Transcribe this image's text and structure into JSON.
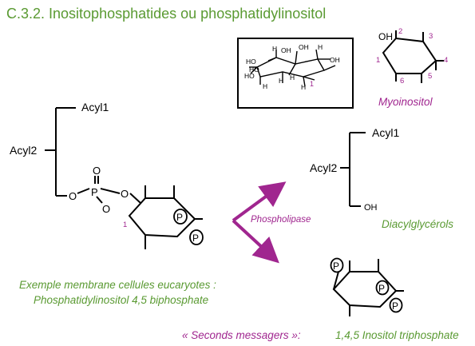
{
  "title": "C.3.2. Inositophosphatides ou phosphatidylinositol",
  "myoinositol": {
    "label": "Myoinositol",
    "oh": "OH",
    "positions": [
      "1",
      "2",
      "3",
      "4",
      "5",
      "6"
    ]
  },
  "chair_box": {
    "labels": [
      "HO",
      "HO",
      "HO",
      "OH",
      "OH",
      "OH",
      "H",
      "H",
      "H",
      "H",
      "H",
      "H",
      "1"
    ]
  },
  "pip2": {
    "acyl1": "Acyl1",
    "acyl2": "Acyl2",
    "o": "O",
    "p": "P",
    "ring_num": "1",
    "phosphate_marks": [
      "P",
      "P"
    ],
    "caption_line1": "Exemple membrane cellules eucaryotes :",
    "caption_line2": "Phosphatidylinositol 4,5 biphosphate"
  },
  "enzyme": "Phospholipase",
  "dag": {
    "acyl1": "Acyl1",
    "acyl2": "Acyl2",
    "oh": "OH",
    "label": "Diacylglycérols"
  },
  "ip3": {
    "phosphate_marks": [
      "P",
      "P",
      "P"
    ],
    "label": "1,4,5 Inositol triphosphate"
  },
  "second_messengers": "« Seconds messagers »:",
  "colors": {
    "green": "#5a9a32",
    "magenta": "#a0268f",
    "black": "#000000"
  }
}
